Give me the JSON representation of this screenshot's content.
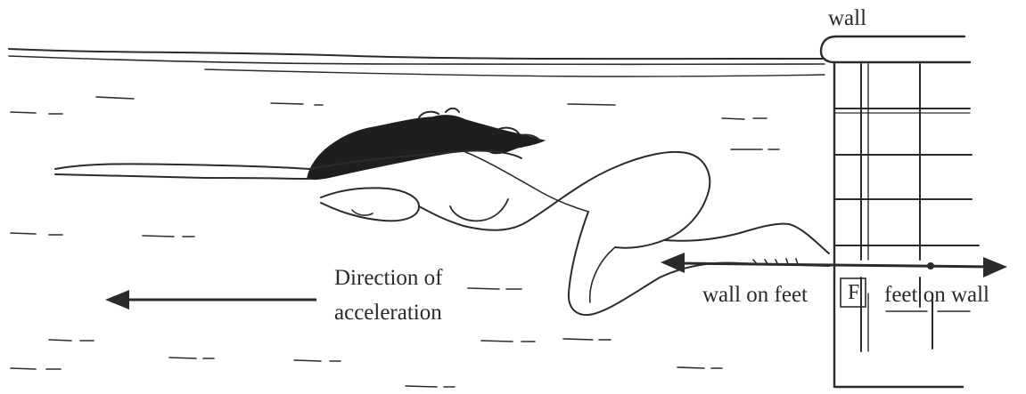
{
  "labels": {
    "wall": "wall",
    "direction_line1": "Direction of",
    "direction_line2": "acceleration",
    "wall_on_feet": "wall on feet",
    "force_symbol": "F",
    "feet_on_wall": "feet on wall"
  },
  "colors": {
    "ink": "#2b2b2b",
    "hair": "#1e1e1e",
    "background": "#ffffff"
  },
  "icons": {
    "left_arrow": "arrow-left-icon",
    "right_arrow": "arrow-right-icon"
  }
}
